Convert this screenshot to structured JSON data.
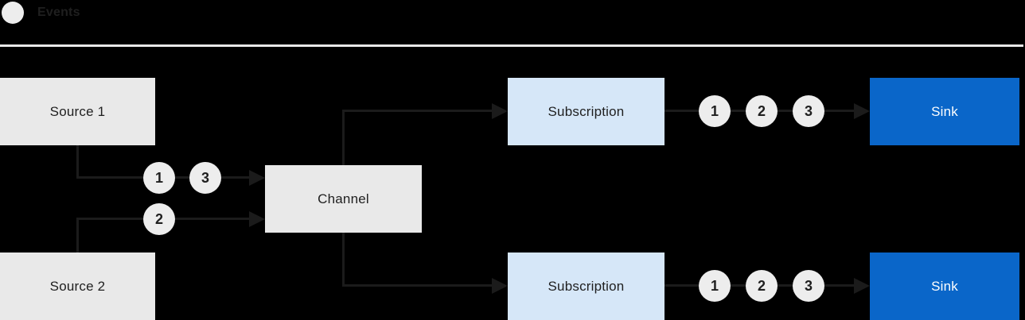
{
  "legend": {
    "label": "Events"
  },
  "nodes": {
    "source1": {
      "label": "Source 1"
    },
    "source2": {
      "label": "Source 2"
    },
    "channel": {
      "label": "Channel"
    },
    "subscription_top": {
      "label": "Subscription"
    },
    "subscription_bottom": {
      "label": "Subscription"
    },
    "sink_top": {
      "label": "Sink"
    },
    "sink_bottom": {
      "label": "Sink"
    }
  },
  "event_markers": {
    "source1_to_channel": [
      "1",
      "3"
    ],
    "source2_to_channel": [
      "2"
    ],
    "subscription_top_to_sink": [
      "1",
      "2",
      "3"
    ],
    "subscription_bottom_to_sink": [
      "1",
      "2",
      "3"
    ]
  },
  "colors": {
    "background": "#000000",
    "node_gray": "#e9e9e9",
    "node_light_blue": "#d6e7f8",
    "node_blue": "#0a66c9",
    "connector": "#1b1b1b",
    "text_dark": "#1f1f1f",
    "text_light": "#ffffff",
    "divider": "#e9e9e9",
    "marker_fill": "#ededed"
  }
}
